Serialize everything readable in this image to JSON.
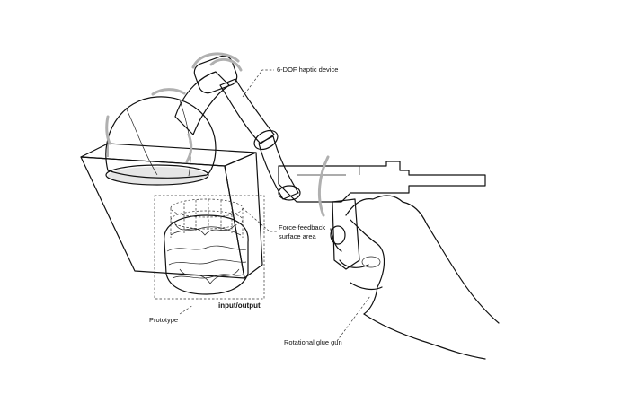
{
  "labels": {
    "haptic_device": "6-DOF haptic device",
    "force_feedback_line1": "Force-feedback",
    "force_feedback_line2": "surface area",
    "input_output": "input/output",
    "prototype": "Prototype",
    "glue_gun": "Rotational glue gun"
  },
  "colors": {
    "ink": "#111111",
    "grey_motion": "#b0b0b0",
    "background": "#ffffff"
  }
}
